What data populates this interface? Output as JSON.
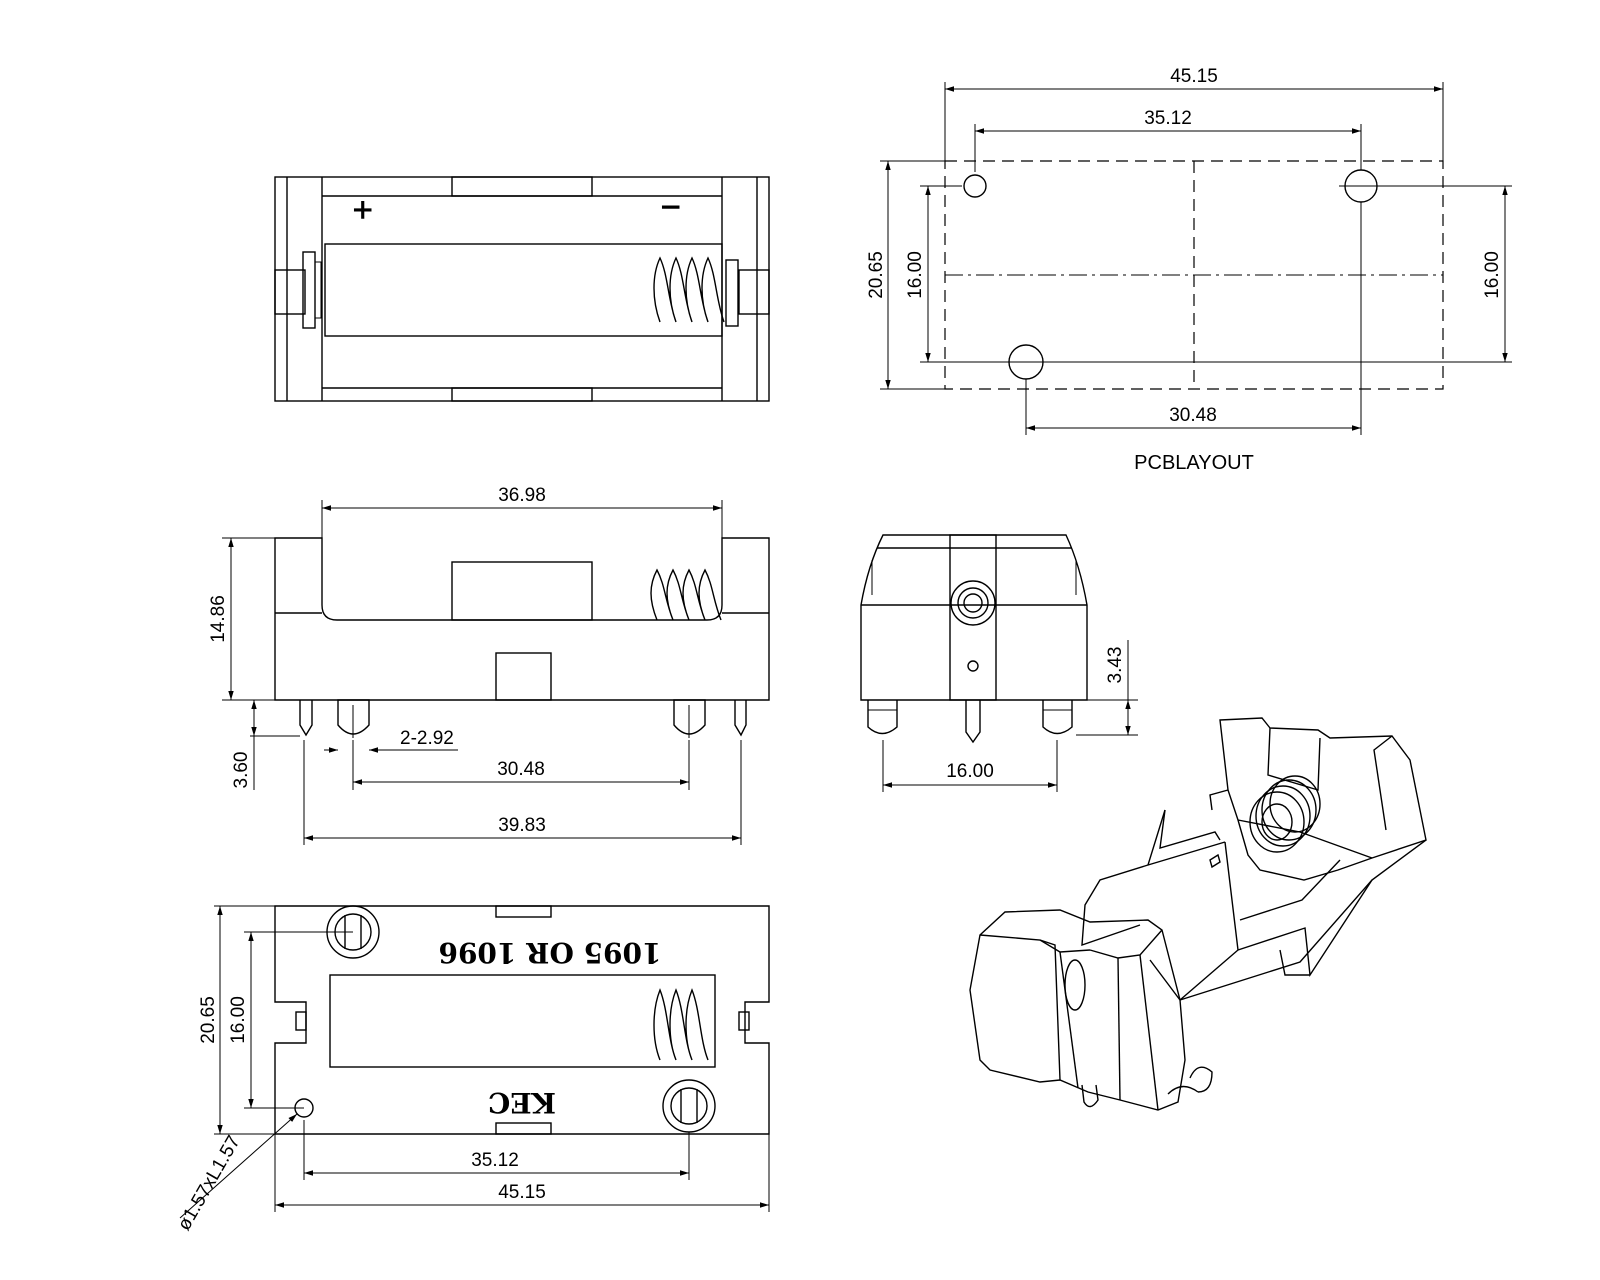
{
  "top_view": {
    "plus_sign": "+",
    "minus_sign": "−"
  },
  "pcb_layout": {
    "title": "PCBLAYOUT",
    "dims": {
      "overall_width": "45.15",
      "hole_spacing": "35.12",
      "lower_spacing": "30.48",
      "height": "20.65",
      "left_inner": "16.00",
      "right_inner": "16.00"
    }
  },
  "front_view": {
    "dims": {
      "inner_length": "36.98",
      "height": "14.86",
      "pin_length": "3.60",
      "pin_dia": "2-2.92",
      "pin_spacing": "30.48",
      "overall_pins": "39.83"
    }
  },
  "side_view": {
    "dims": {
      "pin_offset": "3.43",
      "pin_spacing": "16.00"
    }
  },
  "bottom_view": {
    "marking_text": "1095 OR 1096",
    "brand_text": "KEC",
    "dims": {
      "height": "20.65",
      "inner": "16.00",
      "hole": "ø1.57xL1.57",
      "spacing": "35.12",
      "width": "45.15"
    }
  },
  "colors": {
    "line": "#000000",
    "background": "#ffffff"
  }
}
